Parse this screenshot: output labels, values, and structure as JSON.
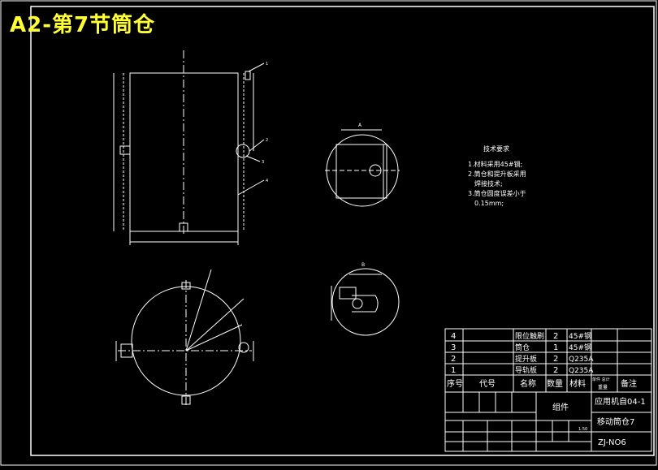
{
  "drawing": {
    "title": "A2-第7节筒仓",
    "tech_requirements": {
      "heading": "技术要求",
      "lines": [
        "1.材料采用45#钢;",
        "2.筒仓和提升板采用",
        "焊接技术;",
        "3.筒仓圆度误差小于",
        "0.15mm;"
      ]
    },
    "section_labels": [
      "A",
      "B"
    ],
    "callouts": [
      "1",
      "2",
      "3",
      "4"
    ],
    "colors": {
      "outline": "#ffffff",
      "border": "#ffffff",
      "title": "#ffff33",
      "table": "#ffffff"
    }
  },
  "bom": {
    "rows": [
      {
        "no": "4",
        "name": "限位触刷",
        "qty": "2",
        "material": "45#钢"
      },
      {
        "no": "3",
        "name": "筒仓",
        "qty": "1",
        "material": "45#钢"
      },
      {
        "no": "2",
        "name": "提升板",
        "qty": "2",
        "material": "Q235A"
      },
      {
        "no": "1",
        "name": "导轨板",
        "qty": "2",
        "material": "Q235A"
      }
    ],
    "header": {
      "no": "序号",
      "code": "代号",
      "name": "名称",
      "qty": "数量",
      "material": "材料",
      "weight": "单件 总计",
      "weight_sub": "重量",
      "remark": "备注"
    }
  },
  "title_block": {
    "assembly": "组件",
    "org": "应用机自04-1",
    "part_name": "移动筒仓7",
    "drawing_no": "ZJ-NO6",
    "scale": "1:50"
  }
}
